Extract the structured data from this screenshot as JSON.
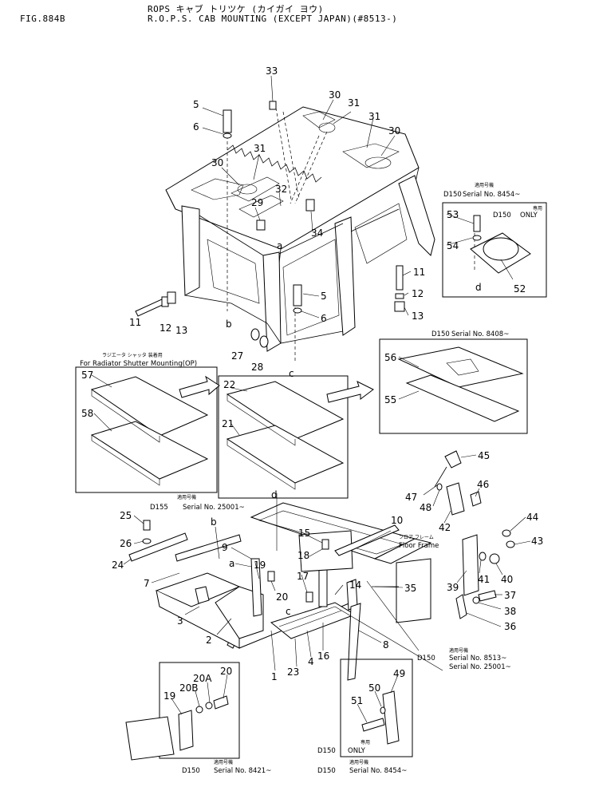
{
  "header": {
    "fig": "FIG.884B",
    "title_jp": "ROPS キャブ トリツケ (カイガイ ヨウ)",
    "title": "R.O.P.S. CAB MOUNTING (EXCEPT JAPAN)(#8513-)"
  },
  "callouts": [
    {
      "id": "c33",
      "label": "33"
    },
    {
      "id": "c30a",
      "label": "30"
    },
    {
      "id": "c31a",
      "label": "31"
    },
    {
      "id": "c31b",
      "label": "31"
    },
    {
      "id": "c30b",
      "label": "30"
    },
    {
      "id": "c5a",
      "label": "5"
    },
    {
      "id": "c6a",
      "label": "6"
    },
    {
      "id": "c31c",
      "label": "31"
    },
    {
      "id": "c30c",
      "label": "30"
    },
    {
      "id": "c32",
      "label": "32"
    },
    {
      "id": "c29",
      "label": "29"
    },
    {
      "id": "c34",
      "label": "34"
    },
    {
      "id": "ca1",
      "label": "a"
    },
    {
      "id": "c5b",
      "label": "5"
    },
    {
      "id": "c6b",
      "label": "6"
    },
    {
      "id": "cb1",
      "label": "b"
    },
    {
      "id": "c11a",
      "label": "11"
    },
    {
      "id": "c12a",
      "label": "12"
    },
    {
      "id": "c13a",
      "label": "13"
    },
    {
      "id": "c27",
      "label": "27"
    },
    {
      "id": "c28",
      "label": "28"
    },
    {
      "id": "cc1",
      "label": "c"
    },
    {
      "id": "c11b",
      "label": "11"
    },
    {
      "id": "c12b",
      "label": "12"
    },
    {
      "id": "c13b",
      "label": "13"
    },
    {
      "id": "c53",
      "label": "53"
    },
    {
      "id": "c54",
      "label": "54"
    },
    {
      "id": "cd1",
      "label": "d"
    },
    {
      "id": "c52",
      "label": "52"
    },
    {
      "id": "c56",
      "label": "56"
    },
    {
      "id": "c55",
      "label": "55"
    },
    {
      "id": "c57",
      "label": "57"
    },
    {
      "id": "c58",
      "label": "58"
    },
    {
      "id": "c22",
      "label": "22"
    },
    {
      "id": "c21",
      "label": "21"
    },
    {
      "id": "c45",
      "label": "45"
    },
    {
      "id": "c47",
      "label": "47"
    },
    {
      "id": "c48",
      "label": "48"
    },
    {
      "id": "c46",
      "label": "46"
    },
    {
      "id": "c42",
      "label": "42"
    },
    {
      "id": "c44",
      "label": "44"
    },
    {
      "id": "c43",
      "label": "43"
    },
    {
      "id": "c41",
      "label": "41"
    },
    {
      "id": "c40",
      "label": "40"
    },
    {
      "id": "c39",
      "label": "39"
    },
    {
      "id": "c37",
      "label": "37"
    },
    {
      "id": "c38",
      "label": "38"
    },
    {
      "id": "c36",
      "label": "36"
    },
    {
      "id": "c35",
      "label": "35"
    },
    {
      "id": "cd2",
      "label": "d"
    },
    {
      "id": "c25",
      "label": "25"
    },
    {
      "id": "c26",
      "label": "26"
    },
    {
      "id": "c24",
      "label": "24"
    },
    {
      "id": "cb2",
      "label": "b"
    },
    {
      "id": "c9",
      "label": "9"
    },
    {
      "id": "ca2",
      "label": "a"
    },
    {
      "id": "c19a",
      "label": "19"
    },
    {
      "id": "c7",
      "label": "7"
    },
    {
      "id": "c20a",
      "label": "20"
    },
    {
      "id": "c3",
      "label": "3"
    },
    {
      "id": "c2",
      "label": "2"
    },
    {
      "id": "c1",
      "label": "1"
    },
    {
      "id": "c23",
      "label": "23"
    },
    {
      "id": "c4",
      "label": "4"
    },
    {
      "id": "c16",
      "label": "16"
    },
    {
      "id": "cc2",
      "label": "c"
    },
    {
      "id": "c17",
      "label": "17"
    },
    {
      "id": "c14",
      "label": "14"
    },
    {
      "id": "c15",
      "label": "15"
    },
    {
      "id": "c18",
      "label": "18"
    },
    {
      "id": "c10",
      "label": "10"
    },
    {
      "id": "c8",
      "label": "8"
    },
    {
      "id": "c20b",
      "label": "20"
    },
    {
      "id": "c20A",
      "label": "20A"
    },
    {
      "id": "c20B",
      "label": "20B"
    },
    {
      "id": "c19b",
      "label": "19"
    },
    {
      "id": "c49",
      "label": "49"
    },
    {
      "id": "c50",
      "label": "50"
    },
    {
      "id": "c51",
      "label": "51"
    }
  ],
  "notes": {
    "serial_8454_top_jp": "適用号機",
    "serial_8454_top_model": "D150",
    "serial_8454_top": "Serial No. 8454~",
    "only_top_jp": "専用",
    "only_top_model": "D150",
    "only_top": "ONLY",
    "serial_8408_model": "D150",
    "serial_8408": "Serial No. 8408~",
    "radiator_jp": "ラジエータ シャッタ 装着用",
    "radiator": "For Radiator Shutter Mounting(OP)",
    "serial_25001_jp": "適用号機",
    "serial_25001_model": "D155",
    "serial_25001": "Serial No. 25001~",
    "floor_jp": "フロア フレーム",
    "floor": "Floor Frame",
    "serial_8513_jp": "適用号機",
    "serial_8513_model": "D150",
    "serial_8513": "Serial No. 8513~",
    "serial_8513_b": "Serial No. 25001~",
    "serial_8421_jp": "適用号機",
    "serial_8421_model": "D150",
    "serial_8421": "Serial No. 8421~",
    "only_bot_jp": "専用",
    "only_bot_model": "D150",
    "only_bot": "ONLY",
    "serial_8454_bot_jp": "適用号機",
    "serial_8454_bot_model": "D150",
    "serial_8454_bot": "Serial No. 8454~"
  }
}
